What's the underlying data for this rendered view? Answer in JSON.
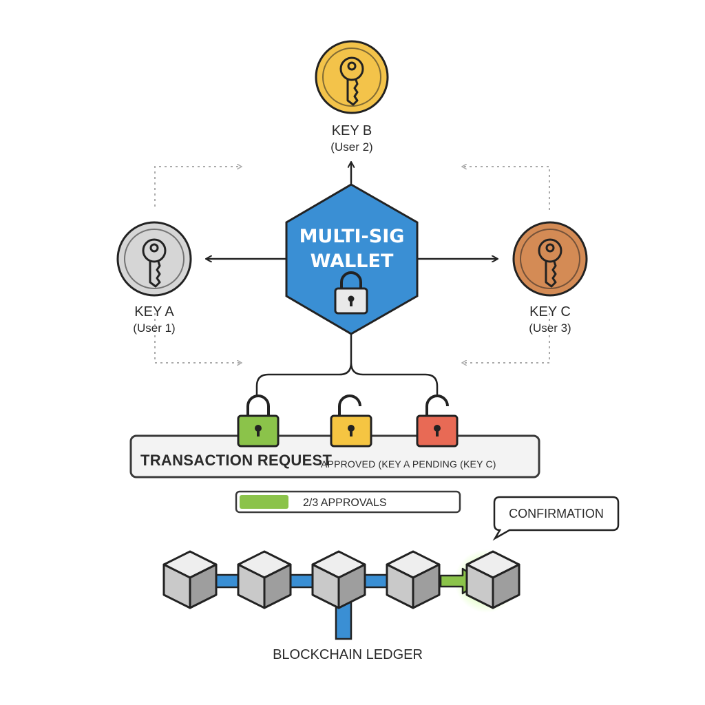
{
  "wallet": {
    "title_line1": "MULTI-SIG",
    "title_line2": "WALLET",
    "color": "#3a8fd4"
  },
  "keys": {
    "a": {
      "title": "KEY A",
      "user": "(User 1)",
      "color": "#d6d6d6"
    },
    "b": {
      "title": "KEY B",
      "user": "(User 2)",
      "color": "#f3c34a"
    },
    "c": {
      "title": "KEY C",
      "user": "(User 3)",
      "color": "#d48b55"
    }
  },
  "transaction": {
    "title": "TRANSACTION REQUEST",
    "status": "APPROVED (KEY A PENDING (KEY C)",
    "locks": [
      {
        "state": "approved",
        "color": "#8bc34a",
        "icon": "unlocked-padlock-icon"
      },
      {
        "state": "approved",
        "color": "#f5c542",
        "icon": "unlocked-padlock-icon"
      },
      {
        "state": "pending",
        "color": "#e86a55",
        "icon": "unlocked-padlock-icon"
      }
    ]
  },
  "approvals": {
    "label": "2/3 APPROVALS",
    "fraction": 0.667,
    "color": "#8bc34a"
  },
  "confirmation": {
    "label": "CONFIRMATION"
  },
  "ledger": {
    "label": "BLOCKCHAIN LEDGER",
    "blocks": 5,
    "link_color": "#3a8fd4",
    "arrow_color": "#8bc34a"
  }
}
